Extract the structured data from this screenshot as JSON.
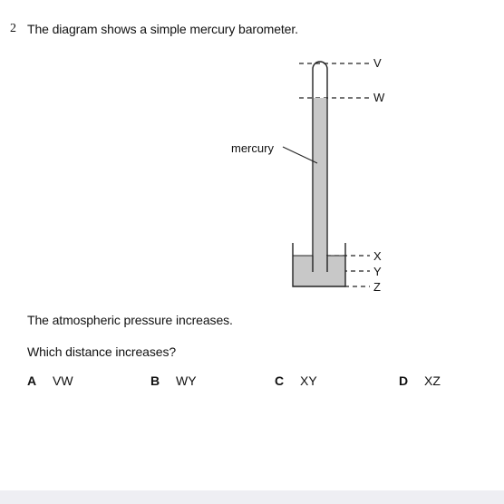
{
  "question": {
    "number": "2",
    "stem": "The diagram shows a simple mercury barometer."
  },
  "diagram": {
    "labels": {
      "mercury": "mercury",
      "v": "V",
      "w": "W",
      "x": "X",
      "y": "Y",
      "z": "Z"
    },
    "colors": {
      "mercury_fill": "#c8c8c8",
      "stroke": "#222222"
    }
  },
  "body": {
    "line1": "The atmospheric pressure increases.",
    "line2": "Which distance increases?"
  },
  "options": [
    {
      "letter": "A",
      "text": "VW"
    },
    {
      "letter": "B",
      "text": "WY"
    },
    {
      "letter": "C",
      "text": "XY"
    },
    {
      "letter": "D",
      "text": "XZ"
    }
  ]
}
